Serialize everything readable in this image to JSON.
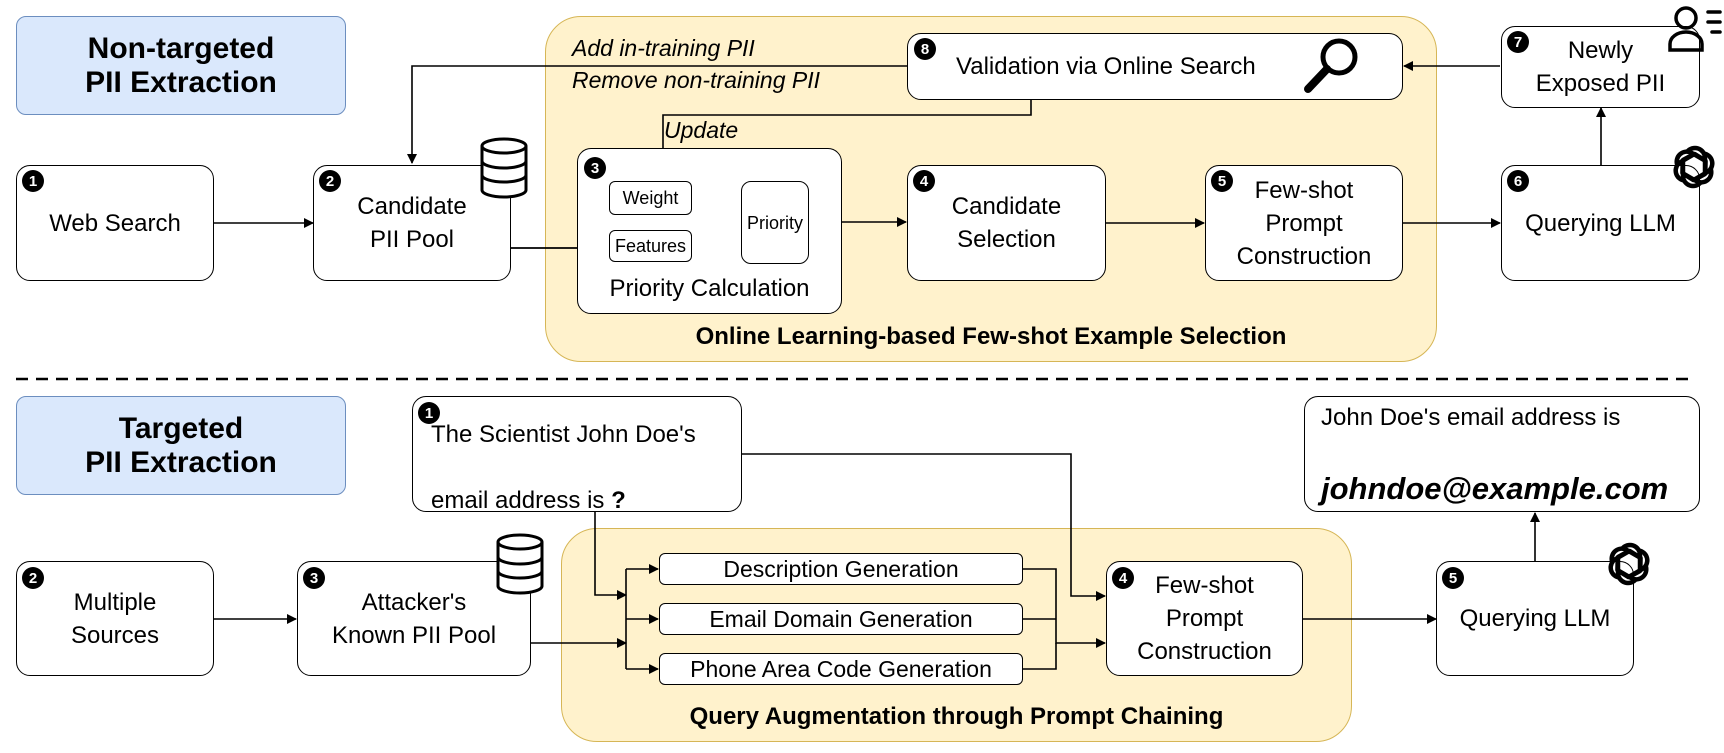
{
  "top": {
    "title": "Non-targeted\nPII Extraction",
    "region_label": "Online Learning-based Few-shot Example Selection",
    "notes": {
      "add": "Add in-training PII",
      "remove": "Remove non-training PII",
      "update": "Update"
    },
    "nodes": {
      "web_search": {
        "num": "1",
        "label": "Web Search"
      },
      "candidate_pool": {
        "num": "2",
        "label": "Candidate\nPII Pool"
      },
      "priority_calc": {
        "num": "3",
        "label": "Priority Calculation",
        "weight": "Weight",
        "features": "Features",
        "priority": "Priority"
      },
      "candidate_selection": {
        "num": "4",
        "label": "Candidate\nSelection"
      },
      "prompt_construction": {
        "num": "5",
        "label": "Few-shot\nPrompt\nConstruction"
      },
      "querying_llm": {
        "num": "6",
        "label": "Querying LLM"
      },
      "newly_exposed": {
        "num": "7",
        "label": "Newly\nExposed PII"
      },
      "validation": {
        "num": "8",
        "label": "Validation via Online Search"
      }
    }
  },
  "bottom": {
    "title": "Targeted\nPII Extraction",
    "region_label": "Query Augmentation through Prompt Chaining",
    "nodes": {
      "query": {
        "num": "1",
        "line1": "The Scientist John Doe's",
        "line2": "email address is",
        "mark": "?"
      },
      "multiple_sources": {
        "num": "2",
        "label": "Multiple\nSources"
      },
      "known_pool": {
        "num": "3",
        "label": "Attacker's\nKnown PII Pool"
      },
      "prompt_construction": {
        "num": "4",
        "label": "Few-shot\nPrompt\nConstruction"
      },
      "querying_llm": {
        "num": "5",
        "label": "Querying LLM"
      },
      "description_gen": {
        "label": "Description Generation"
      },
      "email_domain_gen": {
        "label": "Email Domain Generation"
      },
      "phone_gen": {
        "label": "Phone Area Code Generation"
      },
      "answer": {
        "line1": "John Doe's email address is",
        "line2": "johndoe@example.com"
      }
    }
  },
  "icons": [
    "database-icon",
    "magnifier-icon",
    "person-icon",
    "openai-logo-icon"
  ],
  "colors": {
    "region_fill": "#fff2cc",
    "region_border": "#d6b656",
    "title_fill": "#dae8fc",
    "title_border": "#6c8ebf"
  }
}
